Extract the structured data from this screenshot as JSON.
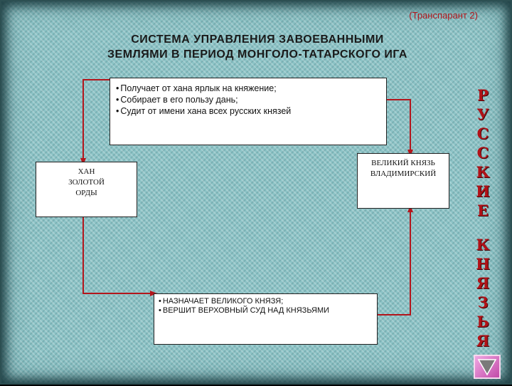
{
  "header": {
    "label": "(Транспарант 2)",
    "title_line1": "СИСТЕМА УПРАВЛЕНИЯ ЗАВОЕВАННЫМИ",
    "title_line2": "ЗЕМЛЯМИ В ПЕРИОД МОНГОЛО-ТАТАРСКОГО ИГА"
  },
  "top_box": {
    "items": [
      "Получает от хана ярлык на княжение;",
      "Собирает в его пользу дань;",
      "Судит от имени хана всех русских князей"
    ]
  },
  "khan_box": {
    "text": "ХАН\nЗОЛОТОЙ\nОРДЫ"
  },
  "prince_box": {
    "text": "ВЕЛИКИЙ КНЯЗЬ\nВЛАДИМИРСКИЙ"
  },
  "bottom_box": {
    "items": [
      "НАЗНАЧАЕТ ВЕЛИКОГО КНЯЗЯ;",
      "ВЕРШИТ ВЕРХОВНЫЙ СУД НАД КНЯЗЬЯМИ"
    ]
  },
  "side_word_1": [
    "Р",
    "У",
    "С",
    "С",
    "К",
    "И",
    "Е"
  ],
  "side_word_2": [
    "К",
    "Н",
    "Я",
    "З",
    "Ь",
    "Я"
  ],
  "colors": {
    "arrow": "#b3161c",
    "side_text": "#b01218",
    "background": "#8cc3c6"
  },
  "nav": {
    "icon": "down-triangle-icon"
  }
}
